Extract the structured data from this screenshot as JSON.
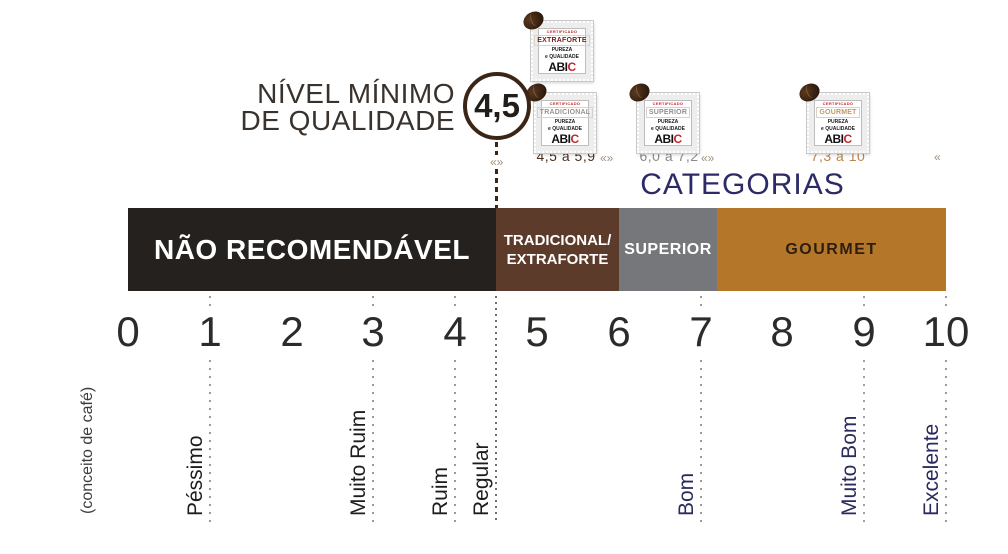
{
  "min_quality": {
    "label_line1": "NÍVEL MÍNIMO",
    "label_line2": "DE QUALIDADE",
    "value": "4,5",
    "accent_color": "#3b2517"
  },
  "seals": [
    {
      "certified": "CERTIFICADO",
      "name": "EXTRAFORTE",
      "name_color": "#7c2018",
      "purity_line1": "PUREZA",
      "purity_line2": "e QUALIDADE",
      "brand_prefix": "ABI",
      "brand_c": "C"
    },
    {
      "certified": "CERTIFICADO",
      "name": "TRADICIONAL",
      "name_color": "#9c938d",
      "purity_line1": "PUREZA",
      "purity_line2": "e QUALIDADE",
      "brand_prefix": "ABI",
      "brand_c": "C"
    },
    {
      "certified": "CERTIFICADO",
      "name": "SUPERIOR",
      "name_color": "#8f8f92",
      "purity_line1": "PUREZA",
      "purity_line2": "e QUALIDADE",
      "brand_prefix": "ABI",
      "brand_c": "C"
    },
    {
      "certified": "CERTIFICADO",
      "name": "GOURMET",
      "name_color": "#c39a58",
      "purity_line1": "PUREZA",
      "purity_line2": "e QUALIDADE",
      "brand_prefix": "ABI",
      "brand_c": "C"
    }
  ],
  "ranges": [
    {
      "text": "4,5 a 5,9",
      "color": "#4c3122"
    },
    {
      "text": "6,0 a 7,2",
      "color": "#8a8a8c"
    },
    {
      "text": "7,3 a 10",
      "color": "#b9854e"
    }
  ],
  "separators": [
    {
      "text": "«»"
    },
    {
      "text": "«»"
    },
    {
      "text": "«»"
    },
    {
      "text": "«"
    }
  ],
  "categories_title": {
    "text": "CATEGORIAS",
    "color": "#2d2b66"
  },
  "bar": {
    "segments": [
      {
        "label": "NÃO RECOMENDÁVEL",
        "color": "#25211f",
        "text_color": "#ffffff"
      },
      {
        "label_line1": "TRADICIONAL/",
        "label_line2": "EXTRAFORTE",
        "color": "#5d3b2b",
        "text_color": "#ffffff"
      },
      {
        "label": "SUPERIOR",
        "color": "#76777a",
        "text_color": "#ffffff"
      },
      {
        "label": "GOURMET",
        "color": "#b4772a",
        "text_color": "#2f1d0d"
      }
    ]
  },
  "scale": {
    "numbers": [
      "0",
      "1",
      "2",
      "3",
      "4",
      "5",
      "6",
      "7",
      "8",
      "9",
      "10"
    ]
  },
  "quality_labels": [
    {
      "text": "Péssimo",
      "color": "#1d1d1b"
    },
    {
      "text": "Muito Ruim",
      "color": "#1d1d1b"
    },
    {
      "text": "Ruim",
      "color": "#1d1d1b"
    },
    {
      "text": "Regular",
      "color": "#1d1d1b"
    },
    {
      "text": "Bom",
      "color": "#2b2a5e"
    },
    {
      "text": "Muito Bom",
      "color": "#2b2a5e"
    },
    {
      "text": "Excelente",
      "color": "#2b2a5e"
    }
  ],
  "axis_caption": "(conceito de café)",
  "chart_data": {
    "type": "scale",
    "axis_range": [
      0,
      10
    ],
    "min_quality_threshold": 4.5,
    "segments": [
      {
        "label": "NÃO RECOMENDÁVEL",
        "from": 0,
        "to": 4.5
      },
      {
        "label": "TRADICIONAL/EXTRAFORTE",
        "from": 4.5,
        "to": 6.0,
        "certified_range": "4,5 a 5,9"
      },
      {
        "label": "SUPERIOR",
        "from": 6.0,
        "to": 7.2,
        "certified_range": "6,0 a 7,2"
      },
      {
        "label": "GOURMET",
        "from": 7.2,
        "to": 10,
        "certified_range": "7,3 a 10"
      }
    ],
    "concept_ticks": [
      {
        "value": 1,
        "label": "Péssimo"
      },
      {
        "value": 3,
        "label": "Muito Ruim"
      },
      {
        "value": 4,
        "label": "Ruim"
      },
      {
        "value": 4.5,
        "label": "Regular"
      },
      {
        "value": 7,
        "label": "Bom"
      },
      {
        "value": 9,
        "label": "Muito Bom"
      },
      {
        "value": 10,
        "label": "Excelente"
      }
    ]
  }
}
